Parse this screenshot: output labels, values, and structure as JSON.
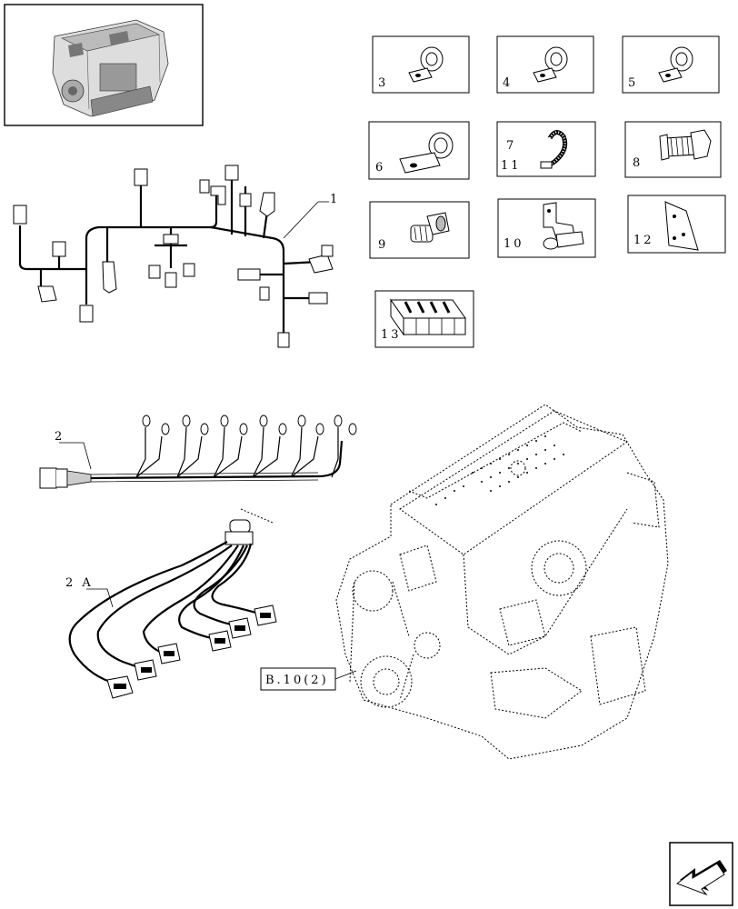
{
  "callouts": {
    "main_harness": "1",
    "injector_harness": "2",
    "sensor_harness": "2 A",
    "reference": "B.10(2)"
  },
  "parts": [
    {
      "id": "p3",
      "label": "3",
      "icon": "p-clamp-icon"
    },
    {
      "id": "p4",
      "label": "4",
      "icon": "p-clamp-icon"
    },
    {
      "id": "p5",
      "label": "5",
      "icon": "p-clamp-icon"
    },
    {
      "id": "p6",
      "label": "6",
      "icon": "p-clamp-icon"
    },
    {
      "id": "p7",
      "label": "7",
      "label2": "11",
      "icon": "cable-tie-icon"
    },
    {
      "id": "p8",
      "label": "8",
      "icon": "hex-bolt-icon"
    },
    {
      "id": "p9",
      "label": "9",
      "icon": "socket-screw-icon"
    },
    {
      "id": "p10",
      "label": "10",
      "icon": "bracket-icon"
    },
    {
      "id": "p12",
      "label": "12",
      "icon": "plate-icon"
    },
    {
      "id": "p13",
      "label": "13",
      "icon": "wire-holder-icon"
    }
  ],
  "icons": {
    "thumbnail": "engine-thumbnail-icon",
    "nav": "previous-page-arrow-icon"
  }
}
